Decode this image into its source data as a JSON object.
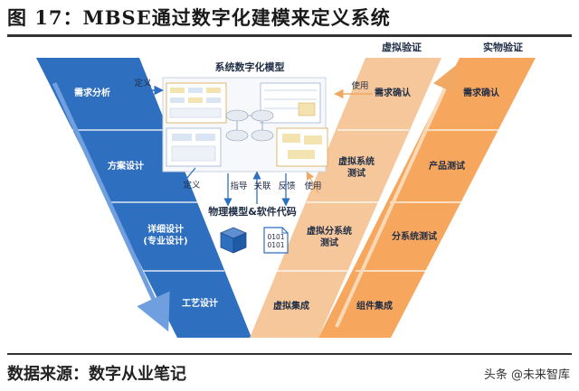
{
  "figure_title": "图 17：MBSE通过数字化建模来定义系统",
  "center": {
    "model_title": "系统数字化模型",
    "bottom_title": "物理模型&软件代码",
    "labels": {
      "define_top": "定义",
      "use_top": "使用",
      "define_mid": "定义",
      "guide": "指导",
      "relate": "关联",
      "feedback": "反馈",
      "use_mid": "使用"
    },
    "code_text": "0101\n0101"
  },
  "left_column": {
    "stages": [
      "需求分析",
      "方案设计",
      "详细设计\n(专业设计)",
      "工艺设计"
    ]
  },
  "middle_column": {
    "header": "虚拟验证",
    "stages": [
      "需求确认",
      "虚拟系统\n测试",
      "虚拟分系统\n测试",
      "虚拟集成"
    ]
  },
  "right_column": {
    "header": "实物验证",
    "stages": [
      "需求确认",
      "产品测试",
      "分系统测试",
      "组件集成"
    ]
  },
  "footer": {
    "source": "数据来源：数字从业笔记",
    "watermark": "头条 @未来智库"
  },
  "colors": {
    "blue": "#2f6fbf",
    "blue_arrow": "#5b92d6",
    "orange_mid": "#f5c79a",
    "orange_right": "#f7a65e",
    "arrow_orange": "#f0a863"
  }
}
